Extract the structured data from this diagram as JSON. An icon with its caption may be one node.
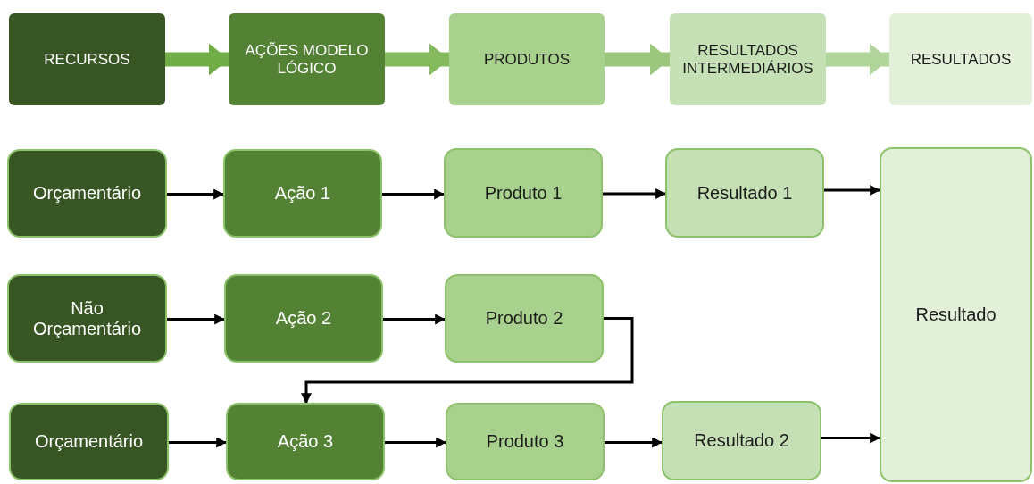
{
  "diagram": {
    "nodes": [
      {
        "text": [
          "RECURSOS"
        ]
      },
      {
        "text": [
          "AÇÕES MODELO LÓGICO"
        ]
      },
      {
        "text": [
          "PRODUTOS"
        ]
      },
      {
        "text": [
          "RESULTADOS INTERMEDIÁRIOS"
        ]
      },
      {
        "text": [
          "RESULTADOS"
        ]
      },
      {
        "text": [
          "Orçamentário"
        ]
      },
      {
        "text": [
          "Ação 1"
        ]
      },
      {
        "text": [
          "Produto 1"
        ]
      },
      {
        "text": [
          "Resultado 1"
        ]
      },
      {
        "text": [
          "Resultado"
        ]
      },
      {
        "text": [
          "Não Orçamentário"
        ]
      },
      {
        "text": [
          "Ação 2"
        ]
      },
      {
        "text": [
          "Produto 2"
        ]
      },
      {
        "text": [
          "Orçamentário"
        ]
      },
      {
        "text": [
          "Ação 3"
        ]
      },
      {
        "text": [
          "Produto 3"
        ]
      },
      {
        "text": [
          "Resultado 2"
        ]
      }
    ],
    "edges": [
      {
        "from": 0,
        "to": 1,
        "arrow": "to",
        "style": "thick",
        "color": "#70ad47"
      },
      {
        "from": 1,
        "to": 2,
        "arrow": "to",
        "style": "thick",
        "color": "#84b95e"
      },
      {
        "from": 2,
        "to": 3,
        "arrow": "to",
        "style": "thick",
        "color": "#9bc67d"
      },
      {
        "from": 3,
        "to": 4,
        "arrow": "to",
        "style": "thick",
        "color": "#b0d49a"
      },
      {
        "from": 5,
        "to": 6,
        "arrow": "to"
      },
      {
        "from": 6,
        "to": 7,
        "arrow": "to"
      },
      {
        "from": 7,
        "to": 8,
        "arrow": "to"
      },
      {
        "from": 8,
        "to": 9,
        "arrow": "to"
      },
      {
        "from": 10,
        "to": 11,
        "arrow": "to"
      },
      {
        "from": 11,
        "to": 12,
        "arrow": "to"
      },
      {
        "from": 12,
        "to": 14,
        "arrow": "to"
      },
      {
        "from": 13,
        "to": 14,
        "arrow": "to"
      },
      {
        "from": 14,
        "to": 15,
        "arrow": "to"
      },
      {
        "from": 15,
        "to": 16,
        "arrow": "to"
      },
      {
        "from": 16,
        "to": 9,
        "arrow": "to"
      }
    ]
  }
}
